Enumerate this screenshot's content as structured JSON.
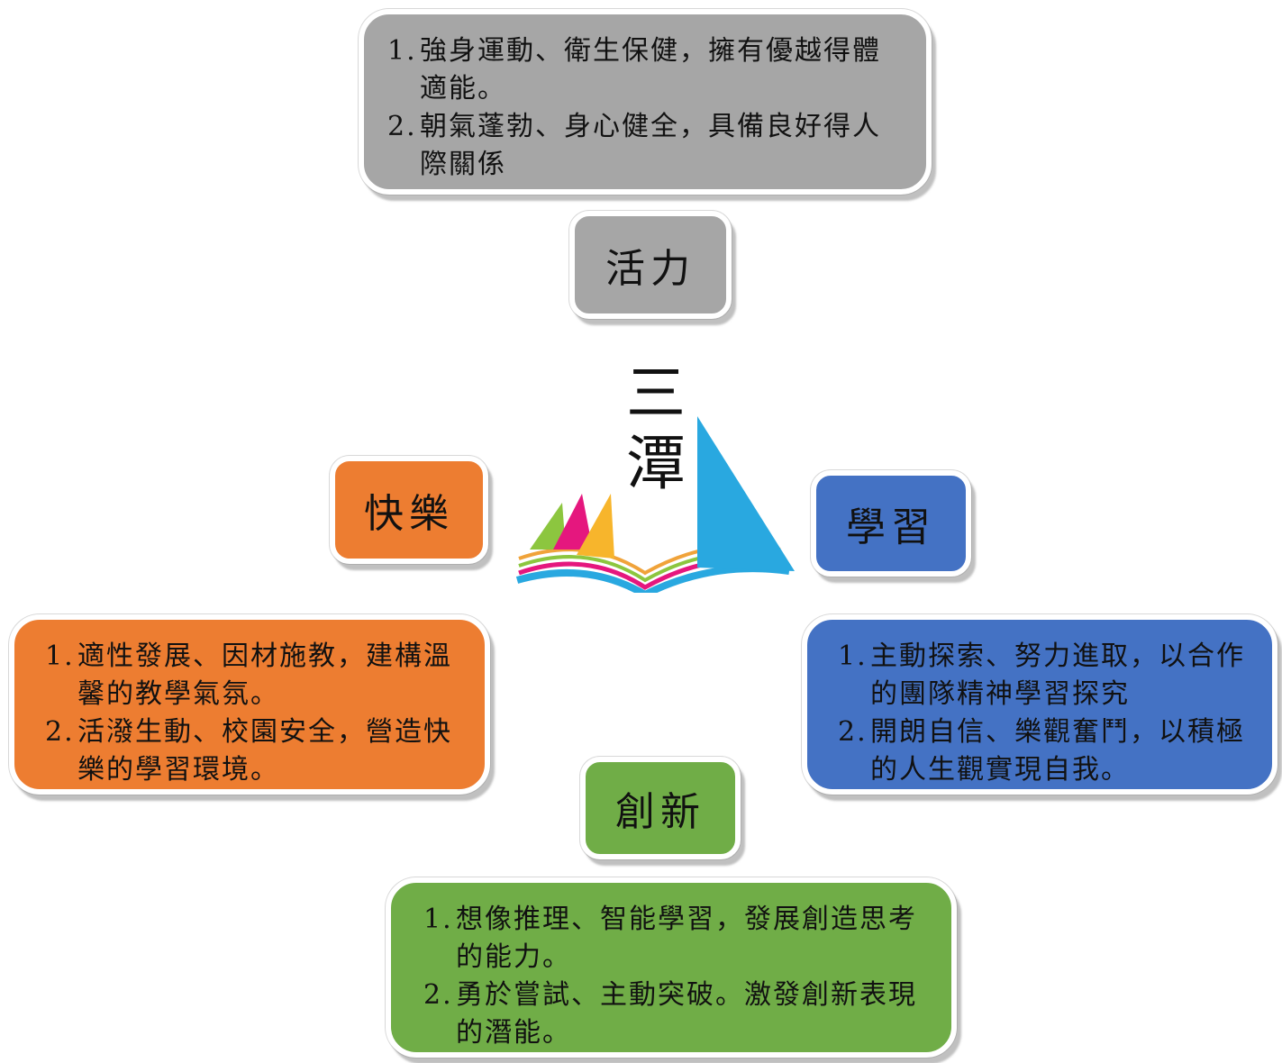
{
  "center": {
    "title_line1": "三",
    "title_line2": "潭"
  },
  "vitality": {
    "label": "活力",
    "items": [
      {
        "num": "1.",
        "text": "強身運動、衛生保健，擁有優越得體適能。"
      },
      {
        "num": "2.",
        "text": "朝氣蓬勃、身心健全，具備良好得人際關係"
      }
    ]
  },
  "happiness": {
    "label": "快樂",
    "items": [
      {
        "num": "1.",
        "text": "適性發展、因材施教，建構溫馨的教學氣氛。"
      },
      {
        "num": "2.",
        "text": "活潑生動、校園安全，營造快樂的學習環境。"
      }
    ]
  },
  "learning": {
    "label": "學習",
    "items": [
      {
        "num": "1.",
        "text": "主動探索、努力進取，以合作的團隊精神學習探究"
      },
      {
        "num": "2.",
        "text": "開朗自信、樂觀奮鬥，以積極的人生觀實現自我。"
      }
    ]
  },
  "innovation": {
    "label": "創新",
    "items": [
      {
        "num": "1.",
        "text": "想像推理、智能學習，發展創造思考的能力。"
      },
      {
        "num": "2.",
        "text": "勇於嘗試、主動突破。激發創新表現的潛能。"
      }
    ]
  },
  "colors": {
    "gray": "#a6a6a6",
    "orange": "#ed7d31",
    "blue": "#4472c4",
    "green": "#70ad47"
  }
}
